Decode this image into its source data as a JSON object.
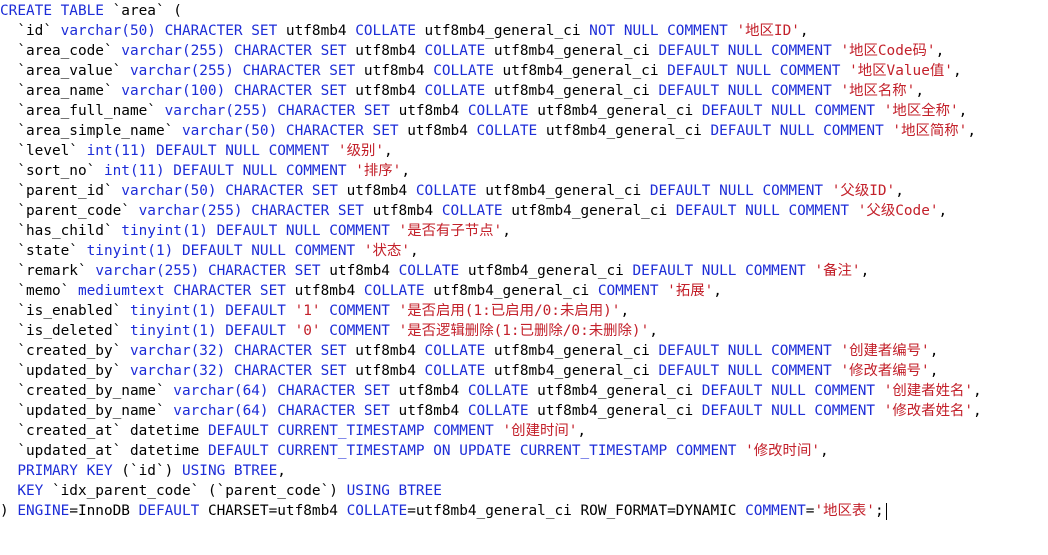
{
  "editor": {
    "colors": {
      "keyword": "#1d2dd8",
      "string": "#c3202a",
      "text": "#000000",
      "background": "#ffffff"
    },
    "lines": [
      [
        [
          "k",
          "CREATE TABLE "
        ],
        [
          "t",
          "`area` ("
        ]
      ],
      [
        [
          "t",
          "  `id` "
        ],
        [
          "k",
          "varchar(50) CHARACTER SET "
        ],
        [
          "t",
          "utf8mb4 "
        ],
        [
          "k",
          "COLLATE "
        ],
        [
          "t",
          "utf8mb4_general_ci "
        ],
        [
          "k",
          "NOT NULL COMMENT "
        ],
        [
          "s",
          "'地区ID'"
        ],
        [
          "t",
          ","
        ]
      ],
      [
        [
          "t",
          "  `area_code` "
        ],
        [
          "k",
          "varchar(255) CHARACTER SET "
        ],
        [
          "t",
          "utf8mb4 "
        ],
        [
          "k",
          "COLLATE "
        ],
        [
          "t",
          "utf8mb4_general_ci "
        ],
        [
          "k",
          "DEFAULT NULL COMMENT "
        ],
        [
          "s",
          "'地区Code码'"
        ],
        [
          "t",
          ","
        ]
      ],
      [
        [
          "t",
          "  `area_value` "
        ],
        [
          "k",
          "varchar(255) CHARACTER SET "
        ],
        [
          "t",
          "utf8mb4 "
        ],
        [
          "k",
          "COLLATE "
        ],
        [
          "t",
          "utf8mb4_general_ci "
        ],
        [
          "k",
          "DEFAULT NULL COMMENT "
        ],
        [
          "s",
          "'地区Value值'"
        ],
        [
          "t",
          ","
        ]
      ],
      [
        [
          "t",
          "  `area_name` "
        ],
        [
          "k",
          "varchar(100) CHARACTER SET "
        ],
        [
          "t",
          "utf8mb4 "
        ],
        [
          "k",
          "COLLATE "
        ],
        [
          "t",
          "utf8mb4_general_ci "
        ],
        [
          "k",
          "DEFAULT NULL COMMENT "
        ],
        [
          "s",
          "'地区名称'"
        ],
        [
          "t",
          ","
        ]
      ],
      [
        [
          "t",
          "  `area_full_name` "
        ],
        [
          "k",
          "varchar(255) CHARACTER SET "
        ],
        [
          "t",
          "utf8mb4 "
        ],
        [
          "k",
          "COLLATE "
        ],
        [
          "t",
          "utf8mb4_general_ci "
        ],
        [
          "k",
          "DEFAULT NULL COMMENT "
        ],
        [
          "s",
          "'地区全称'"
        ],
        [
          "t",
          ","
        ]
      ],
      [
        [
          "t",
          "  `area_simple_name` "
        ],
        [
          "k",
          "varchar(50) CHARACTER SET "
        ],
        [
          "t",
          "utf8mb4 "
        ],
        [
          "k",
          "COLLATE "
        ],
        [
          "t",
          "utf8mb4_general_ci "
        ],
        [
          "k",
          "DEFAULT NULL COMMENT "
        ],
        [
          "s",
          "'地区简称'"
        ],
        [
          "t",
          ","
        ]
      ],
      [
        [
          "t",
          "  `level` "
        ],
        [
          "k",
          "int(11) DEFAULT NULL COMMENT "
        ],
        [
          "s",
          "'级别'"
        ],
        [
          "t",
          ","
        ]
      ],
      [
        [
          "t",
          "  `sort_no` "
        ],
        [
          "k",
          "int(11) DEFAULT NULL COMMENT "
        ],
        [
          "s",
          "'排序'"
        ],
        [
          "t",
          ","
        ]
      ],
      [
        [
          "t",
          "  `parent_id` "
        ],
        [
          "k",
          "varchar(50) CHARACTER SET "
        ],
        [
          "t",
          "utf8mb4 "
        ],
        [
          "k",
          "COLLATE "
        ],
        [
          "t",
          "utf8mb4_general_ci "
        ],
        [
          "k",
          "DEFAULT NULL COMMENT "
        ],
        [
          "s",
          "'父级ID'"
        ],
        [
          "t",
          ","
        ]
      ],
      [
        [
          "t",
          "  `parent_code` "
        ],
        [
          "k",
          "varchar(255) CHARACTER SET "
        ],
        [
          "t",
          "utf8mb4 "
        ],
        [
          "k",
          "COLLATE "
        ],
        [
          "t",
          "utf8mb4_general_ci "
        ],
        [
          "k",
          "DEFAULT NULL COMMENT "
        ],
        [
          "s",
          "'父级Code'"
        ],
        [
          "t",
          ","
        ]
      ],
      [
        [
          "t",
          "  `has_child` "
        ],
        [
          "k",
          "tinyint(1) DEFAULT NULL COMMENT "
        ],
        [
          "s",
          "'是否有子节点'"
        ],
        [
          "t",
          ","
        ]
      ],
      [
        [
          "t",
          "  `state` "
        ],
        [
          "k",
          "tinyint(1) DEFAULT NULL COMMENT "
        ],
        [
          "s",
          "'状态'"
        ],
        [
          "t",
          ","
        ]
      ],
      [
        [
          "t",
          "  `remark` "
        ],
        [
          "k",
          "varchar(255) CHARACTER SET "
        ],
        [
          "t",
          "utf8mb4 "
        ],
        [
          "k",
          "COLLATE "
        ],
        [
          "t",
          "utf8mb4_general_ci "
        ],
        [
          "k",
          "DEFAULT NULL COMMENT "
        ],
        [
          "s",
          "'备注'"
        ],
        [
          "t",
          ","
        ]
      ],
      [
        [
          "t",
          "  `memo` "
        ],
        [
          "k",
          "mediumtext CHARACTER SET "
        ],
        [
          "t",
          "utf8mb4 "
        ],
        [
          "k",
          "COLLATE "
        ],
        [
          "t",
          "utf8mb4_general_ci "
        ],
        [
          "k",
          "COMMENT "
        ],
        [
          "s",
          "'拓展'"
        ],
        [
          "t",
          ","
        ]
      ],
      [
        [
          "t",
          "  `is_enabled` "
        ],
        [
          "k",
          "tinyint(1) DEFAULT "
        ],
        [
          "s",
          "'1'"
        ],
        [
          "k",
          " COMMENT "
        ],
        [
          "s",
          "'是否启用(1:已启用/0:未启用)'"
        ],
        [
          "t",
          ","
        ]
      ],
      [
        [
          "t",
          "  `is_deleted` "
        ],
        [
          "k",
          "tinyint(1) DEFAULT "
        ],
        [
          "s",
          "'0'"
        ],
        [
          "k",
          " COMMENT "
        ],
        [
          "s",
          "'是否逻辑删除(1:已删除/0:未删除)'"
        ],
        [
          "t",
          ","
        ]
      ],
      [
        [
          "t",
          "  `created_by` "
        ],
        [
          "k",
          "varchar(32) CHARACTER SET "
        ],
        [
          "t",
          "utf8mb4 "
        ],
        [
          "k",
          "COLLATE "
        ],
        [
          "t",
          "utf8mb4_general_ci "
        ],
        [
          "k",
          "DEFAULT NULL COMMENT "
        ],
        [
          "s",
          "'创建者编号'"
        ],
        [
          "t",
          ","
        ]
      ],
      [
        [
          "t",
          "  `updated_by` "
        ],
        [
          "k",
          "varchar(32) CHARACTER SET "
        ],
        [
          "t",
          "utf8mb4 "
        ],
        [
          "k",
          "COLLATE "
        ],
        [
          "t",
          "utf8mb4_general_ci "
        ],
        [
          "k",
          "DEFAULT NULL COMMENT "
        ],
        [
          "s",
          "'修改者编号'"
        ],
        [
          "t",
          ","
        ]
      ],
      [
        [
          "t",
          "  `created_by_name` "
        ],
        [
          "k",
          "varchar(64) CHARACTER SET "
        ],
        [
          "t",
          "utf8mb4 "
        ],
        [
          "k",
          "COLLATE "
        ],
        [
          "t",
          "utf8mb4_general_ci "
        ],
        [
          "k",
          "DEFAULT NULL COMMENT "
        ],
        [
          "s",
          "'创建者姓名'"
        ],
        [
          "t",
          ","
        ]
      ],
      [
        [
          "t",
          "  `updated_by_name` "
        ],
        [
          "k",
          "varchar(64) CHARACTER SET "
        ],
        [
          "t",
          "utf8mb4 "
        ],
        [
          "k",
          "COLLATE "
        ],
        [
          "t",
          "utf8mb4_general_ci "
        ],
        [
          "k",
          "DEFAULT NULL COMMENT "
        ],
        [
          "s",
          "'修改者姓名'"
        ],
        [
          "t",
          ","
        ]
      ],
      [
        [
          "t",
          "  `created_at` datetime "
        ],
        [
          "k",
          "DEFAULT CURRENT_TIMESTAMP COMMENT "
        ],
        [
          "s",
          "'创建时间'"
        ],
        [
          "t",
          ","
        ]
      ],
      [
        [
          "t",
          "  `updated_at` datetime "
        ],
        [
          "k",
          "DEFAULT CURRENT_TIMESTAMP ON UPDATE CURRENT_TIMESTAMP COMMENT "
        ],
        [
          "s",
          "'修改时间'"
        ],
        [
          "t",
          ","
        ]
      ],
      [
        [
          "k",
          "  PRIMARY KEY "
        ],
        [
          "t",
          "(`id`) "
        ],
        [
          "k",
          "USING BTREE"
        ],
        [
          "t",
          ","
        ]
      ],
      [
        [
          "k",
          "  KEY "
        ],
        [
          "t",
          "`idx_parent_code` (`parent_code`) "
        ],
        [
          "k",
          "USING BTREE"
        ]
      ],
      [
        [
          "t",
          ") "
        ],
        [
          "k",
          "ENGINE"
        ],
        [
          "t",
          "=InnoDB "
        ],
        [
          "k",
          "DEFAULT "
        ],
        [
          "t",
          "CHARSET=utf8mb4 "
        ],
        [
          "k",
          "COLLATE"
        ],
        [
          "t",
          "=utf8mb4_general_ci ROW_FORMAT=DYNAMIC "
        ],
        [
          "k",
          "COMMENT"
        ],
        [
          "t",
          "="
        ],
        [
          "s",
          "'地区表'"
        ],
        [
          "t",
          ";"
        ]
      ]
    ]
  }
}
